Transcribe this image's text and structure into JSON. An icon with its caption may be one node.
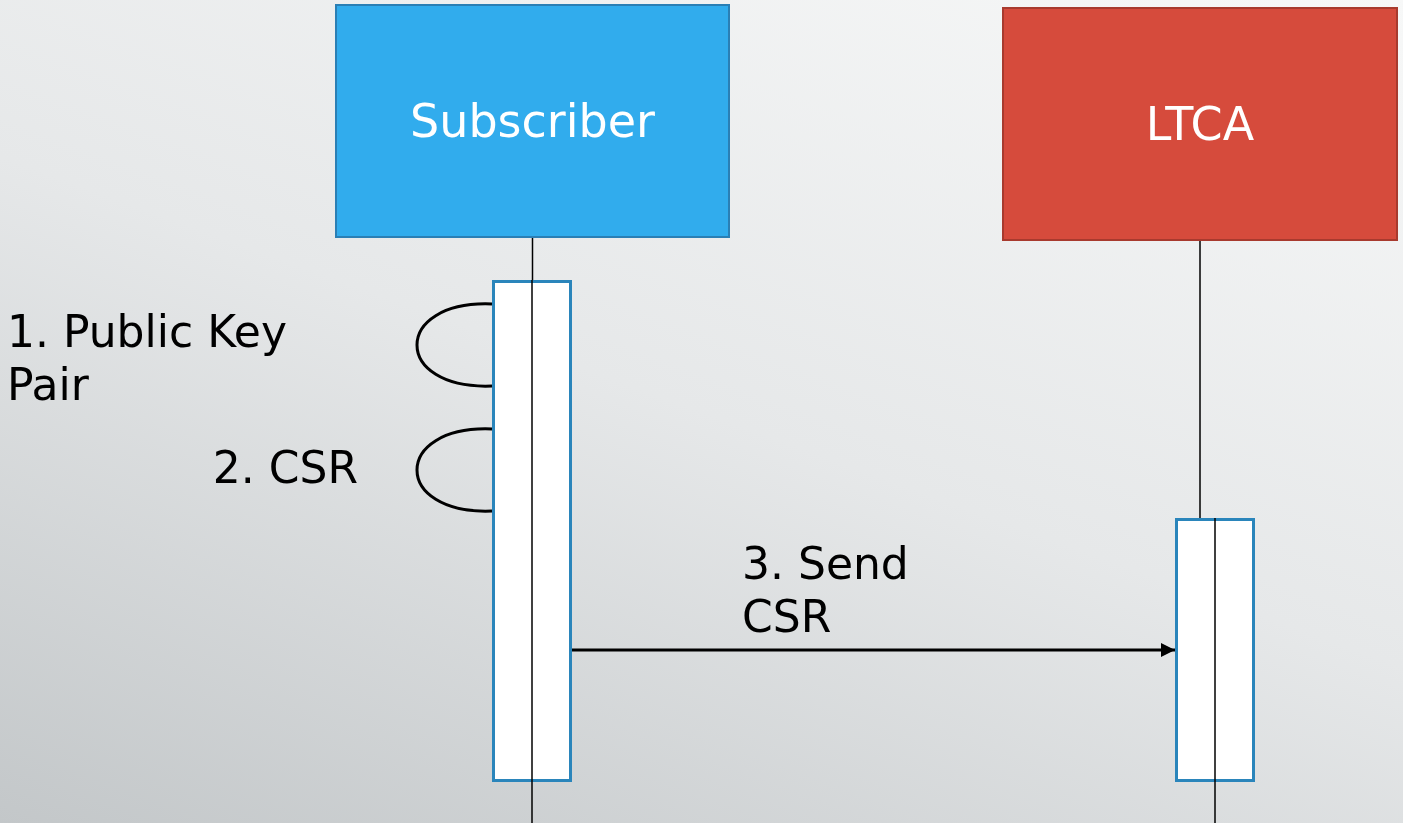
{
  "diagram": {
    "nodes": [
      {
        "text": [
          "Subscriber"
        ]
      },
      {
        "text": [
          "LTCA"
        ]
      },
      {
        "text": [],
        "shape": "bar"
      },
      {
        "text": [],
        "shape": "bar"
      }
    ],
    "edges": [
      {
        "from": 0,
        "to": 2,
        "arrow": "none"
      },
      {
        "from": 1,
        "to": 3,
        "arrow": "none"
      },
      {
        "from": 2,
        "to": 2,
        "arrow": "none",
        "label": "1. Public Key Pair"
      },
      {
        "from": 2,
        "to": 2,
        "arrow": "none",
        "label": "2. CSR"
      },
      {
        "from": 2,
        "to": 3,
        "arrow": "to",
        "label": "3. Send CSR"
      }
    ]
  }
}
